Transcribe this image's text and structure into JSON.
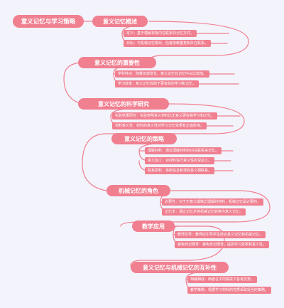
{
  "root": {
    "label": "意义记忆与学习策略"
  },
  "topics": [
    {
      "label": "意义记忆概述",
      "leaves": [
        "定义：基于理解事物内在联系的记忆方式。",
        "对比：与机械记忆相对，后者依赖重复和外在联系。"
      ]
    },
    {
      "label": "意义记忆的重要性",
      "leaves": [
        "学科特点：随着年龄增长，意义记忆在记忆中占比增加。",
        "学习效率：意义记忆有助于更有效的学习和记忆。"
      ]
    },
    {
      "label": "意义记忆的科学研究",
      "leaves": [
        "实验结果研究：实验表明意义材料比无意义更容易学习和记忆。",
        "材料意义性：材料的意义性对学习记忆效果有正面影响。"
      ]
    },
    {
      "label": "意义记忆的策略",
      "leaves": [
        "理解材料：通过理解材料的内在联系来记忆。",
        "意义加工：对材料进行意义性的深加工。",
        "联系原料：将新信息和现有意义相联系。"
      ]
    },
    {
      "label": "机械记忆的角色",
      "leaves": [
        "必要性：对于无意义或缺乏理解的材料，机械记忆是必要的。",
        "记忆术：通过记忆术将机械记忆转换为意义记忆。"
      ]
    },
    {
      "label": "教学应用",
      "leaves": [
        "教师引导：教师应引导学生结合意义记忆和机械记忆。",
        "避免死记硬背：避免死记硬背，提高学习效率和意义性。"
      ]
    },
    {
      "label": "意义记忆与机械记忆的互补性",
      "leaves": [
        "相辅相成：两者在不同情境下各有优势。",
        "教学策略：根据学习材料的性质采取适当的策略。"
      ]
    }
  ]
}
